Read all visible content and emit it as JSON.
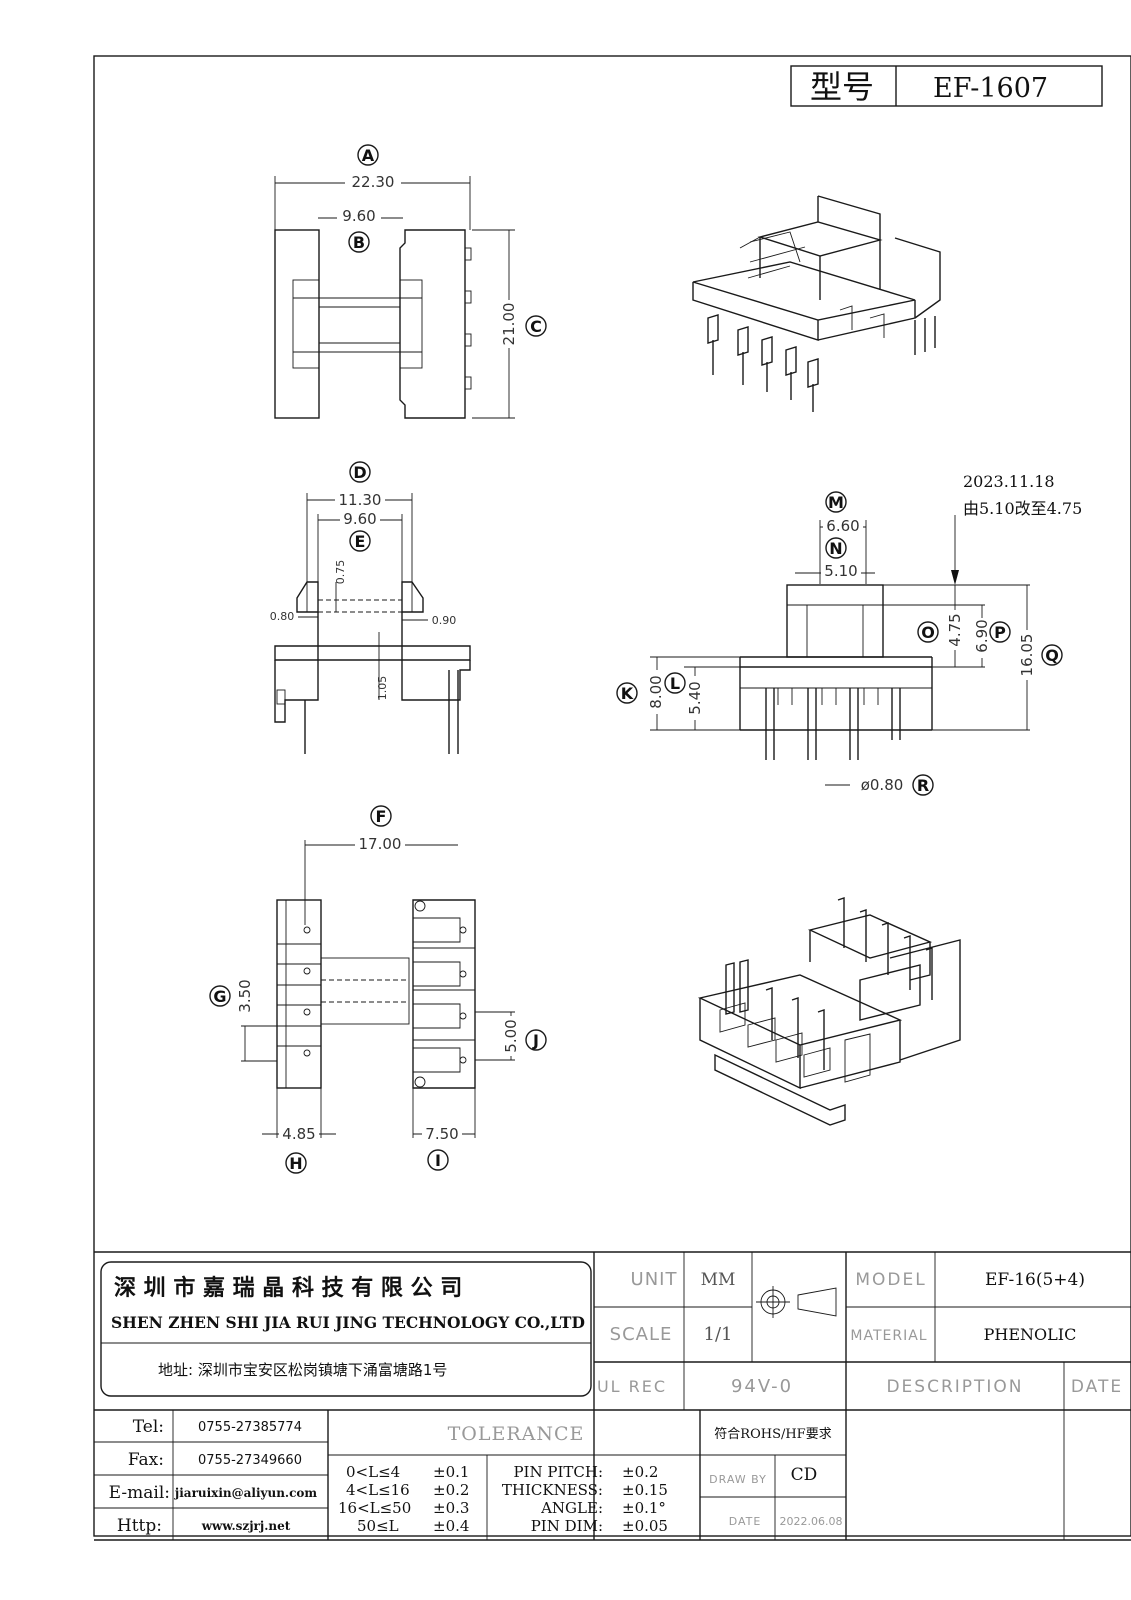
{
  "title_block": {
    "model_label": "型号",
    "model_value": "EF-1607"
  },
  "dimensions": {
    "A": "A",
    "A_val": "22.30",
    "B": "B",
    "B_val": "9.60",
    "C": "C",
    "C_val": "21.00",
    "D": "D",
    "D_val": "11.30",
    "E": "E",
    "E_val": "9.60",
    "side_075": "0.75",
    "side_080": "0.80",
    "side_090": "0.90",
    "side_105": "1.05",
    "M": "M",
    "M_val": "6.60",
    "N": "N",
    "N_val": "5.10",
    "O": "O",
    "O_val": "4.75",
    "P": "P",
    "P_val": "6.90",
    "Q": "Q",
    "Q_val": "16.05",
    "K": "K",
    "K_val": "8.00",
    "L": "L",
    "L_val": "5.40",
    "R": "R",
    "R_val": "ø0.80",
    "F": "F",
    "F_val": "17.00",
    "G": "G",
    "G_val": "3.50",
    "J": "J",
    "J_val": "5.00",
    "H": "H",
    "H_val": "4.85",
    "I": "I",
    "I_val": "7.50"
  },
  "revision_note": {
    "date": "2023.11.18",
    "text": "由5.10改至4.75"
  },
  "company": {
    "name_cn": "深 圳 市 嘉 瑞 晶 科 技 有 限 公 司",
    "name_en": "SHEN ZHEN SHI  JIA RUI JING  TECHNOLOGY CO.,LTD",
    "address": "地址: 深圳市宝安区松岗镇塘下涌富塘路1号"
  },
  "specs": {
    "unit_label": "UNIT",
    "unit_value": "MM",
    "scale_label": "SCALE",
    "scale_value": "1/1",
    "ul_label": "UL REC",
    "ul_value": "94V-0",
    "model_label": "MODEL",
    "model_value": "EF-16(5+4)",
    "material_label": "MATERIAL",
    "material_value": "PHENOLIC",
    "description_label": "DESCRIPTION",
    "date_label": "DATE"
  },
  "contact": {
    "tel_label": "Tel:",
    "tel_value": "0755-27385774",
    "fax_label": "Fax:",
    "fax_value": "0755-27349660",
    "email_label": "E-mail:",
    "email_value": "jiaruixin@aliyun.com",
    "http_label": "Http:",
    "http_value": "www.szjrj.net"
  },
  "tolerance": {
    "heading": "TOLERANCE",
    "rows": [
      {
        "range": "0<L≤4",
        "tol": "±0.1"
      },
      {
        "range": "4<L≤16",
        "tol": "±0.2"
      },
      {
        "range": "16<L≤50",
        "tol": "±0.3"
      },
      {
        "range": "50≤L",
        "tol": "±0.4"
      }
    ],
    "params": [
      {
        "name": "PIN PITCH:",
        "tol": "±0.2"
      },
      {
        "name": "THICKNESS:",
        "tol": "±0.15"
      },
      {
        "name": "ANGLE:",
        "tol": "±0.1°"
      },
      {
        "name": "PIN DIM:",
        "tol": "±0.05"
      }
    ]
  },
  "approval": {
    "rohs": "符合ROHS/HF要求",
    "draw_by_label": "DRAW BY",
    "draw_by_value": "CD",
    "date_label": "DATE",
    "date_value": "2022.06.08"
  }
}
